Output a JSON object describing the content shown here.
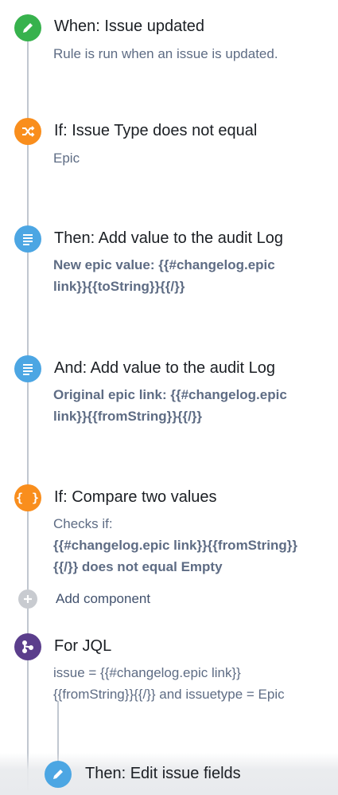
{
  "steps": [
    {
      "title": "When: Issue updated",
      "desc": "Rule is run when an issue is updated.",
      "icon": "pencil-icon",
      "color": "#37b24d"
    },
    {
      "title": "If: Issue Type does not equal",
      "desc": "Epic",
      "icon": "shuffle-icon",
      "color": "#f98e1d"
    },
    {
      "title": "Then: Add value to the audit Log",
      "desc_line1": "New epic value: {{#changelog.epic",
      "desc_line2": "link}}{{toString}}{{/}}",
      "icon": "document-lines-icon",
      "color": "#4ca6e3"
    },
    {
      "title": "And: Add value to the audit Log",
      "desc_line1": "Original epic link: {{#changelog.epic",
      "desc_line2": "link}}{{fromString}}{{/}}",
      "icon": "document-lines-icon",
      "color": "#4ca6e3"
    },
    {
      "title": "If: Compare two values",
      "desc_line1": "Checks if:",
      "desc_line2": "{{#changelog.epic link}}{{fromString}}",
      "desc_line3": "{{/}} does not equal Empty",
      "icon": "braces-icon",
      "color": "#f98e1d"
    },
    {
      "title": "For JQL",
      "desc_line1": "issue = {{#changelog.epic link}}",
      "desc_line2": "{{fromString}}{{/}} and issuetype = Epic",
      "icon": "branch-icon",
      "color": "#5b3e8c"
    },
    {
      "title": "Then: Edit issue fields",
      "icon": "pencil-icon",
      "color": "#4ca6e3"
    }
  ],
  "add_component": {
    "label": "Add component",
    "icon": "plus-icon"
  }
}
